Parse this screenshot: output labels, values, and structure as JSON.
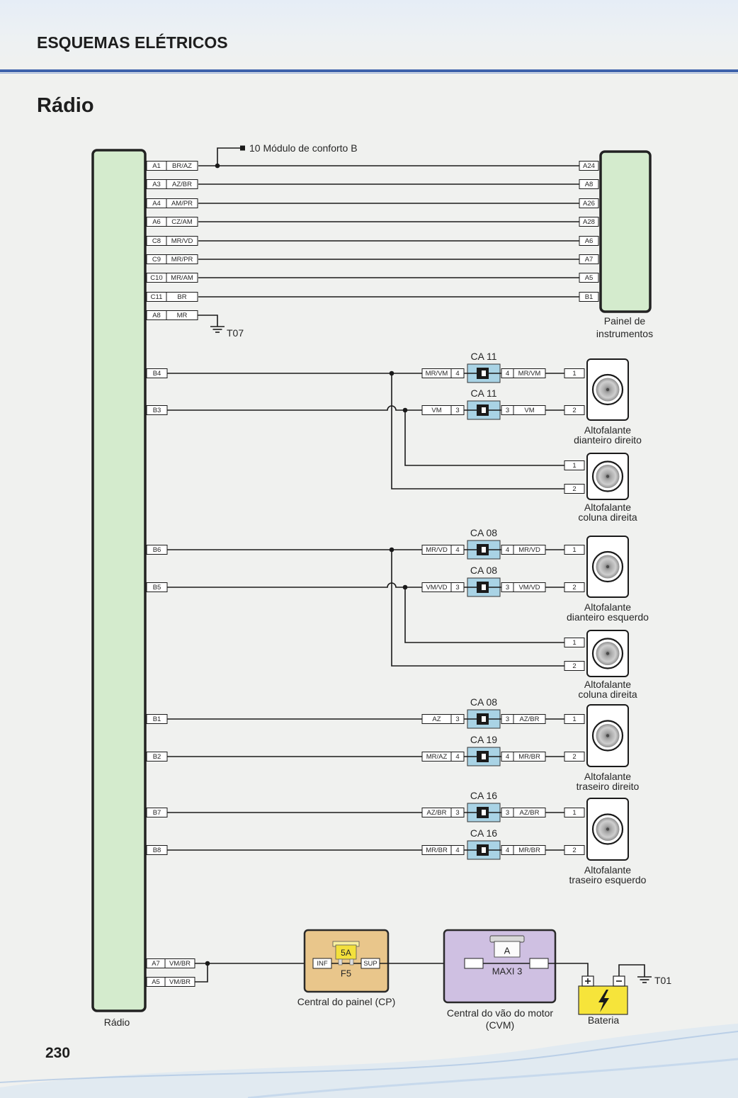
{
  "header": {
    "section_title": "ESQUEMAS ELÉTRICOS",
    "page_title": "Rádio",
    "page_number": "230"
  },
  "colors": {
    "module_green": "#d4ebcd",
    "connector_blue": "#a9d3e5",
    "cp_tan": "#e9c68b",
    "cvm_lavender": "#cfc0e2",
    "fuse_yellow": "#f3e03c",
    "battery_yellow": "#f6e43a",
    "header_rule": "#3e62ab"
  },
  "radio": {
    "label": "Rádio"
  },
  "panel": {
    "label_line1": "Painel de",
    "label_line2": "instrumentos"
  },
  "comfort_module": {
    "label": "10 Módulo de conforto B"
  },
  "panel_wires": [
    {
      "pin": "A1",
      "color": "BR/AZ",
      "dest_pin": "A24"
    },
    {
      "pin": "A3",
      "color": "AZ/BR",
      "dest_pin": "A8"
    },
    {
      "pin": "A4",
      "color": "AM/PR",
      "dest_pin": "A26"
    },
    {
      "pin": "A6",
      "color": "CZ/AM",
      "dest_pin": "A28"
    },
    {
      "pin": "C8",
      "color": "MR/VD",
      "dest_pin": "A6"
    },
    {
      "pin": "C9",
      "color": "MR/PR",
      "dest_pin": "A7"
    },
    {
      "pin": "C10",
      "color": "MR/AM",
      "dest_pin": "A5"
    },
    {
      "pin": "C11",
      "color": "BR",
      "dest_pin": "B1"
    }
  ],
  "ground_wire": {
    "pin": "A8",
    "color": "MR",
    "ground": "T07"
  },
  "speaker_circuits": [
    {
      "connections": [
        {
          "radio_pin": "B4",
          "connector": "CA 11",
          "wire_in": "MR/VM",
          "term_in": "4",
          "term_out": "4",
          "wire_out": "MR/VM",
          "speaker_pin": "1"
        },
        {
          "radio_pin": "B3",
          "connector": "CA 11",
          "wire_in": "VM",
          "term_in": "3",
          "term_out": "3",
          "wire_out": "VM",
          "speaker_pin": "2"
        }
      ],
      "speaker": {
        "line1": "Altofalante",
        "line2": "dianteiro direito"
      },
      "branch": {
        "pins": [
          "1",
          "2"
        ],
        "speaker": {
          "line1": "Altofalante",
          "line2": "coluna direita"
        }
      }
    },
    {
      "connections": [
        {
          "radio_pin": "B6",
          "connector": "CA 08",
          "wire_in": "MR/VD",
          "term_in": "4",
          "term_out": "4",
          "wire_out": "MR/VD",
          "speaker_pin": "1"
        },
        {
          "radio_pin": "B5",
          "connector": "CA 08",
          "wire_in": "VM/VD",
          "term_in": "3",
          "term_out": "3",
          "wire_out": "VM/VD",
          "speaker_pin": "2"
        }
      ],
      "speaker": {
        "line1": "Altofalante",
        "line2": "dianteiro esquerdo"
      },
      "branch": {
        "pins": [
          "1",
          "2"
        ],
        "speaker": {
          "line1": "Altofalante",
          "line2": "coluna direita"
        }
      }
    },
    {
      "connections": [
        {
          "radio_pin": "B1",
          "connector": "CA 08",
          "wire_in": "AZ",
          "term_in": "3",
          "term_out": "3",
          "wire_out": "AZ/BR",
          "speaker_pin": "1"
        },
        {
          "radio_pin": "B2",
          "connector": "CA 19",
          "wire_in": "MR/AZ",
          "term_in": "4",
          "term_out": "4",
          "wire_out": "MR/BR",
          "speaker_pin": "2"
        }
      ],
      "speaker": {
        "line1": "Altofalante",
        "line2": "traseiro direito"
      }
    },
    {
      "connections": [
        {
          "radio_pin": "B7",
          "connector": "CA 16",
          "wire_in": "AZ/BR",
          "term_in": "3",
          "term_out": "3",
          "wire_out": "AZ/BR",
          "speaker_pin": "1"
        },
        {
          "radio_pin": "B8",
          "connector": "CA 16",
          "wire_in": "MR/BR",
          "term_in": "4",
          "term_out": "4",
          "wire_out": "MR/BR",
          "speaker_pin": "2"
        }
      ],
      "speaker": {
        "line1": "Altofalante",
        "line2": "traseiro esquerdo"
      }
    }
  ],
  "supply": {
    "wires": [
      {
        "pin": "A7",
        "color": "VM/BR"
      },
      {
        "pin": "A5",
        "color": "VM/BR"
      }
    ],
    "cp": {
      "label": "Central do painel (CP)",
      "fuse_rating": "5A",
      "fuse_id": "F5",
      "input": "INF",
      "output": "SUP"
    },
    "cvm": {
      "label_line1": "Central do vão do motor",
      "label_line2": "(CVM)",
      "fuse_letter": "A",
      "fuse_id": "MAXI 3"
    },
    "battery": {
      "label": "Bateria"
    },
    "ground": "T01"
  }
}
